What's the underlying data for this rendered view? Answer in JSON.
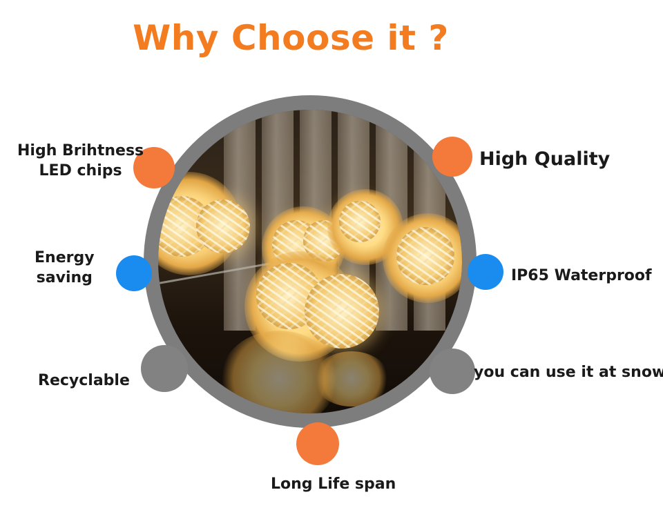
{
  "title": "Why Choose it ?",
  "colors": {
    "title": "#f47c20",
    "ring": "#7d7d7d",
    "orange_dot": "#f47a3c",
    "blue_dot": "#1a8cf0",
    "gray_dot": "#828282"
  },
  "features": {
    "high_brightness": [
      "High Brihtness",
      "LED chips"
    ],
    "energy_saving": [
      "Energy",
      "saving"
    ],
    "recyclable": "Recyclable",
    "long_life": "Long Life span",
    "high_quality": "High Quality",
    "waterproof": "IP65 Waterproof",
    "snow": "you can use it at snow"
  }
}
